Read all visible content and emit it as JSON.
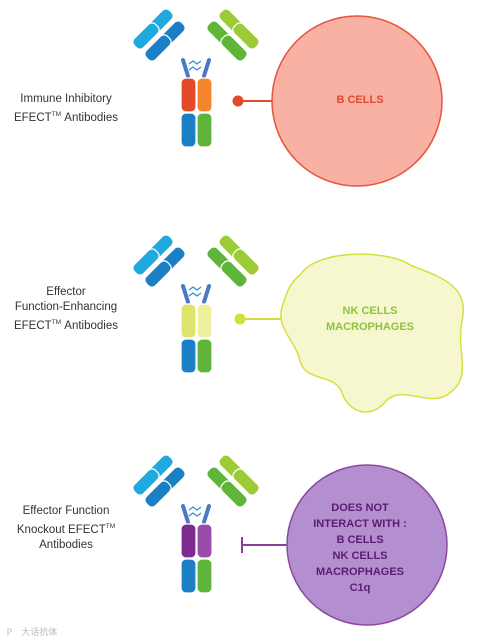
{
  "colors": {
    "heavy_blue": "#1a7fc4",
    "light_blue": "#20a9df",
    "heavy_green": "#5fb43a",
    "light_green": "#9ccb38",
    "hinge_blue": "#4d78c4",
    "hinge_green": "#6bbf4a",
    "disulfide": "#2b8fd6"
  },
  "panels": [
    {
      "label_lines": [
        "Immune Inhibitory",
        "EFECT",
        "Antibodies"
      ],
      "tm": "TM",
      "fc_color_dark": "#e34a2a",
      "fc_color_light": "#f4852c",
      "connector": "dot",
      "connector_color": "#e14a2a",
      "cell_shape": "circle",
      "cell_fill": "#f8b1a3",
      "cell_stroke": "#e8553f",
      "cell_text_color": "#e3462d",
      "cell_lines": [
        "B CELLS"
      ]
    },
    {
      "label_lines": [
        "Effector",
        "Function-Enhancing",
        "EFECT",
        "Antibodies"
      ],
      "tm": "TM",
      "fc_color_dark": "#dde36b",
      "fc_color_light": "#eef0a0",
      "connector": "dot",
      "connector_color": "#d5de3c",
      "cell_shape": "blob",
      "cell_fill": "#f7f7cf",
      "cell_stroke": "#d6df3f",
      "cell_text_color": "#8cc43d",
      "cell_lines": [
        "NK CELLS",
        "MACROPHAGES"
      ]
    },
    {
      "label_lines": [
        "Effector Function",
        "Knockout EFECT",
        "Antibodies"
      ],
      "tm": "TM",
      "fc_color_dark": "#7b2c8e",
      "fc_color_light": "#9a4aa8",
      "connector": "tbar",
      "connector_color": "#8a3f98",
      "cell_shape": "circle",
      "cell_fill": "#b48fd0",
      "cell_stroke": "#8b4aa0",
      "cell_text_color": "#5a1c72",
      "cell_lines": [
        "DOES NOT",
        "INTERACT WITH :",
        "B CELLS",
        "NK CELLS",
        "MACROPHAGES",
        "C1q"
      ]
    }
  ],
  "watermark": "ℙ　大话抗体"
}
